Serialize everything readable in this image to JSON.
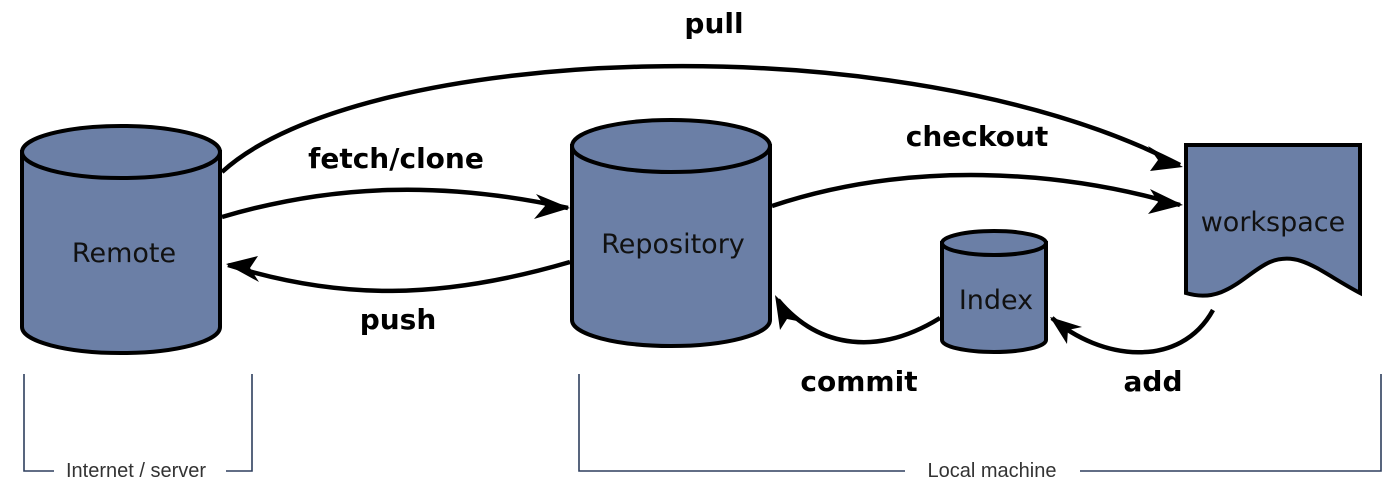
{
  "colors": {
    "node_fill": "#6b7fa6",
    "stroke": "#000000",
    "bracket": "#2e3f5e"
  },
  "nodes": {
    "remote": "Remote",
    "repository": "Repository",
    "index": "Index",
    "workspace": "workspace"
  },
  "edges": {
    "pull": "pull",
    "fetch_clone": "fetch/clone",
    "push": "push",
    "checkout": "checkout",
    "commit": "commit",
    "add": "add"
  },
  "groups": {
    "internet_server": "Internet / server",
    "local_machine": "Local machine"
  }
}
